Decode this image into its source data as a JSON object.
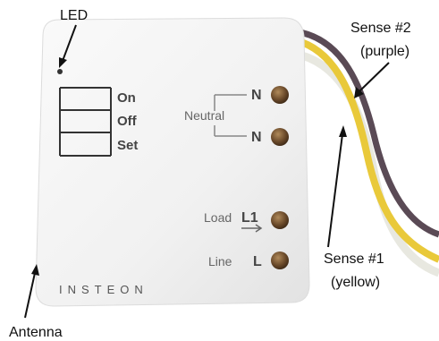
{
  "callouts": {
    "led": "LED",
    "sense2_line1": "Sense #2",
    "sense2_line2": "(purple)",
    "sense1_line1": "Sense #1",
    "sense1_line2": "(yellow)",
    "antenna": "Antenna"
  },
  "device": {
    "buttons": [
      "On",
      "Off",
      "Set"
    ],
    "neutral_label": "Neutral",
    "neutral_terminal_1": "N",
    "neutral_terminal_2": "N",
    "load_label": "Load",
    "load_terminal": "L1",
    "line_label": "Line",
    "line_terminal": "L",
    "brand": "INSTEON"
  },
  "colors": {
    "device_body": "#f3f3f3",
    "wire_yellow": "#e9c93a",
    "wire_purple": "#5a4a55",
    "wire_white": "#f5f5f0",
    "screw": "#6b4a2a",
    "text": "#111111"
  }
}
